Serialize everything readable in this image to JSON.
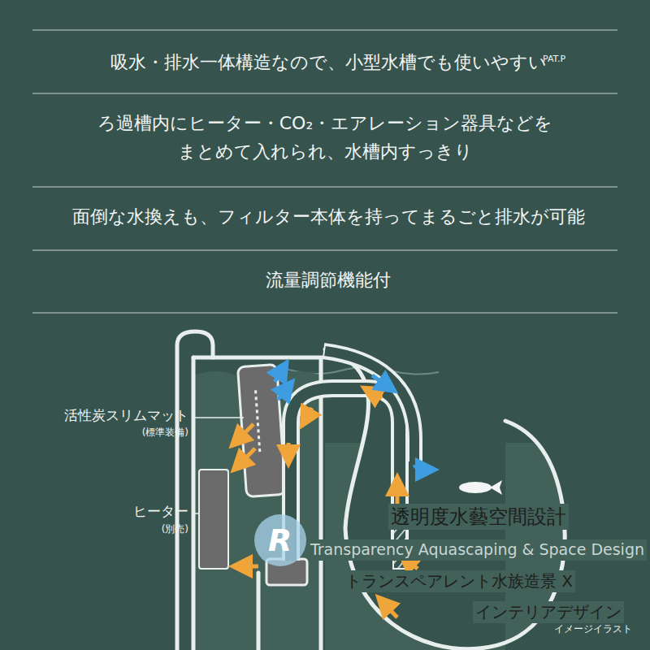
{
  "diagram": {
    "labels": [
      "吸水・排水一体構造なので、小型水槽でも使いやすい",
      "PAT.P",
      "ろ過槽内にヒーター・CO₂・エアレーション器具などを まとめて入れられ、水槽内すっきり",
      "面倒な水換えも、フィルター本体を持ってまるごと排水が可能",
      "流量調節機能付",
      "活性炭スリムマット",
      "(標準装備)",
      "ヒーター",
      "(別売)",
      "R",
      "透明度水藝空間設計",
      "Transparency Aquascaping & Space Design",
      "トランスペアレント水族造景 X",
      "インテリアデザイン",
      "イメージイラスト"
    ]
  }
}
